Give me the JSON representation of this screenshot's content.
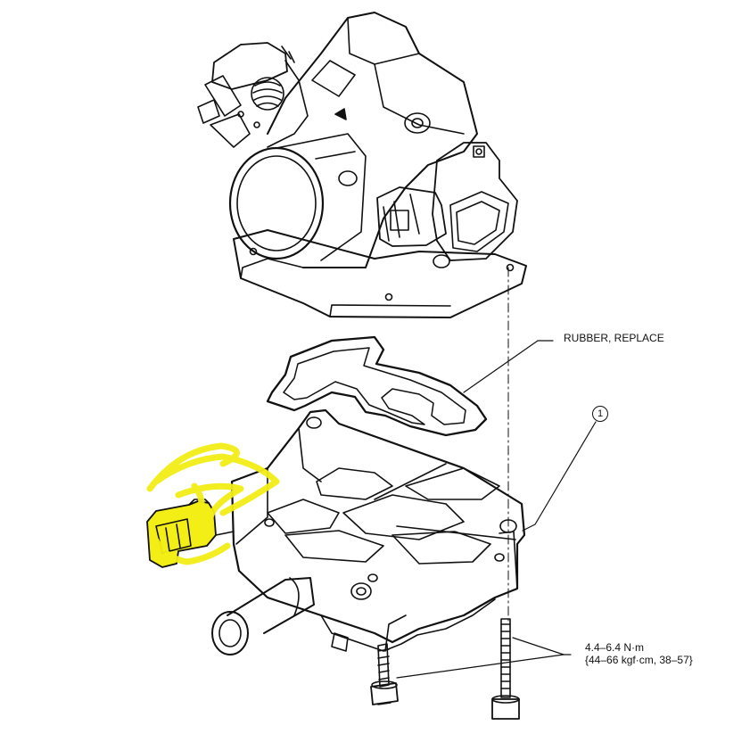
{
  "labels": {
    "gasket": "RUBBER, REPLACE",
    "callout": "1",
    "torque_line1": "4.4–6.4 N·m",
    "torque_line2": "{44–66 kgf·cm, 38–57}"
  },
  "colors": {
    "ink": "#111111",
    "highlight": "#f2ee16",
    "connector_fill": "#f2ee16"
  }
}
